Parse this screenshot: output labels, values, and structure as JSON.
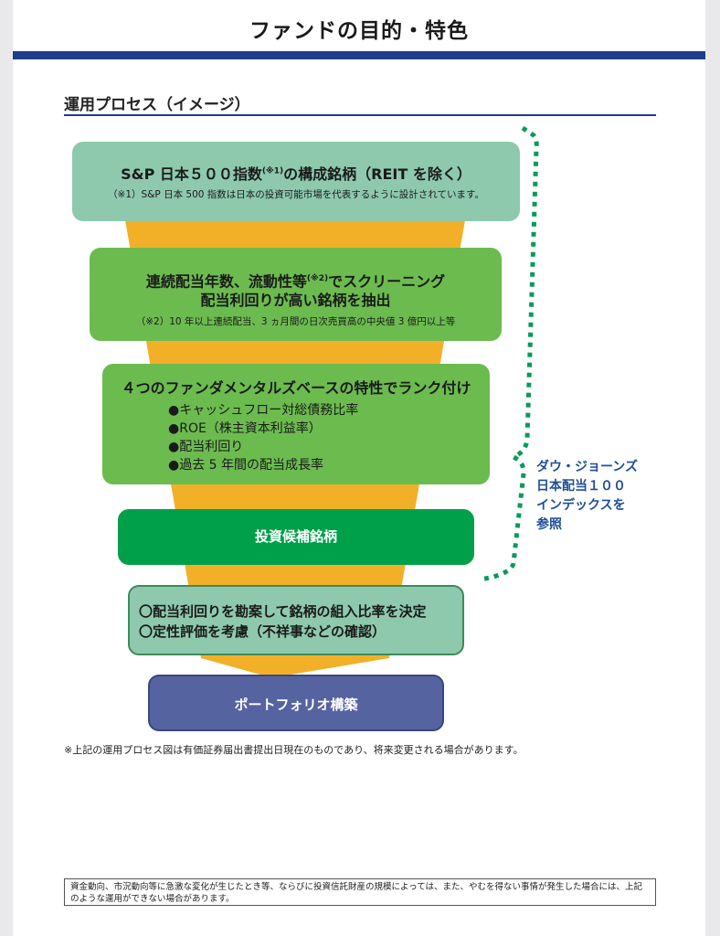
{
  "page": {
    "title": "ファンドの目的・特色",
    "section_heading": "運用プロセス（イメージ）"
  },
  "colors": {
    "title_rule": "#1e3e8c",
    "funnel": "#f2b029",
    "box_light_green": "#8ec9ae",
    "box_green": "#6cbb4f",
    "box_deep_green": "#00a04a",
    "box_navy": "#5563a1",
    "bracket": "#0a9a5a",
    "bracket_text": "#1f4f9a"
  },
  "steps": {
    "step1": {
      "main_pre": "S&P 日本５００指数",
      "sup": "(※1)",
      "main_post": "の構成銘柄（REIT を除く）",
      "note": "（※1）S&P 日本 500 指数は日本の投資可能市場を代表するように設計されています。"
    },
    "step2": {
      "line1_pre": "連続配当年数、流動性等",
      "sup": "(※2)",
      "line1_post": "でスクリーニング",
      "line2": "配当利回りが高い銘柄を抽出",
      "note": "（※2）10 年以上連続配当、3 ヵ月間の日次売買高の中央値 3 億円以上等"
    },
    "step3": {
      "heading": "４つのファンダメンタルズベースの特性でランク付け",
      "items": [
        "●キャッシュフロー対総債務比率",
        "●ROE（株主資本利益率）",
        "●配当利回り",
        "●過去 5 年間の配当成長率"
      ]
    },
    "step4": {
      "label": "投資候補銘柄"
    },
    "step5": {
      "items": [
        "〇配当利回りを勘案して銘柄の組入比率を決定",
        "〇定性評価を考慮（不祥事などの確認）"
      ]
    },
    "step6": {
      "label": "ポートフォリオ構築"
    }
  },
  "bracket_label": [
    "ダウ・ジョーンズ",
    "日本配当１００",
    "インデックスを",
    "参照"
  ],
  "footnote": "※上記の運用プロセス図は有価証券届出書提出日現在のものであり、将来変更される場合があります。",
  "disclaimer": "資金動向、市況動向等に急激な変化が生じたとき等、ならびに投資信託財産の規模によっては、また、やむを得ない事情が発生した場合には、上記のような運用ができない場合があります。"
}
